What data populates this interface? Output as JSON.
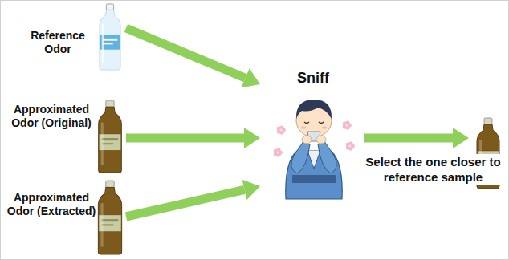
{
  "diagram": {
    "nodes": [
      {
        "text": [
          "Reference Odor"
        ]
      },
      {
        "text": [
          "Approximated Odor (Original)"
        ]
      },
      {
        "text": [
          "Approximated Odor (Extracted)"
        ]
      },
      {
        "text": [
          "Sniff"
        ]
      },
      {
        "text": []
      }
    ],
    "edges": [
      {
        "from": 0,
        "to": 3,
        "arrow": "to"
      },
      {
        "from": 1,
        "to": 3,
        "arrow": "to"
      },
      {
        "from": 2,
        "to": 3,
        "arrow": "to"
      },
      {
        "from": 3,
        "to": 4,
        "label": "Select the one closer to reference sample",
        "arrow": "to"
      }
    ]
  }
}
